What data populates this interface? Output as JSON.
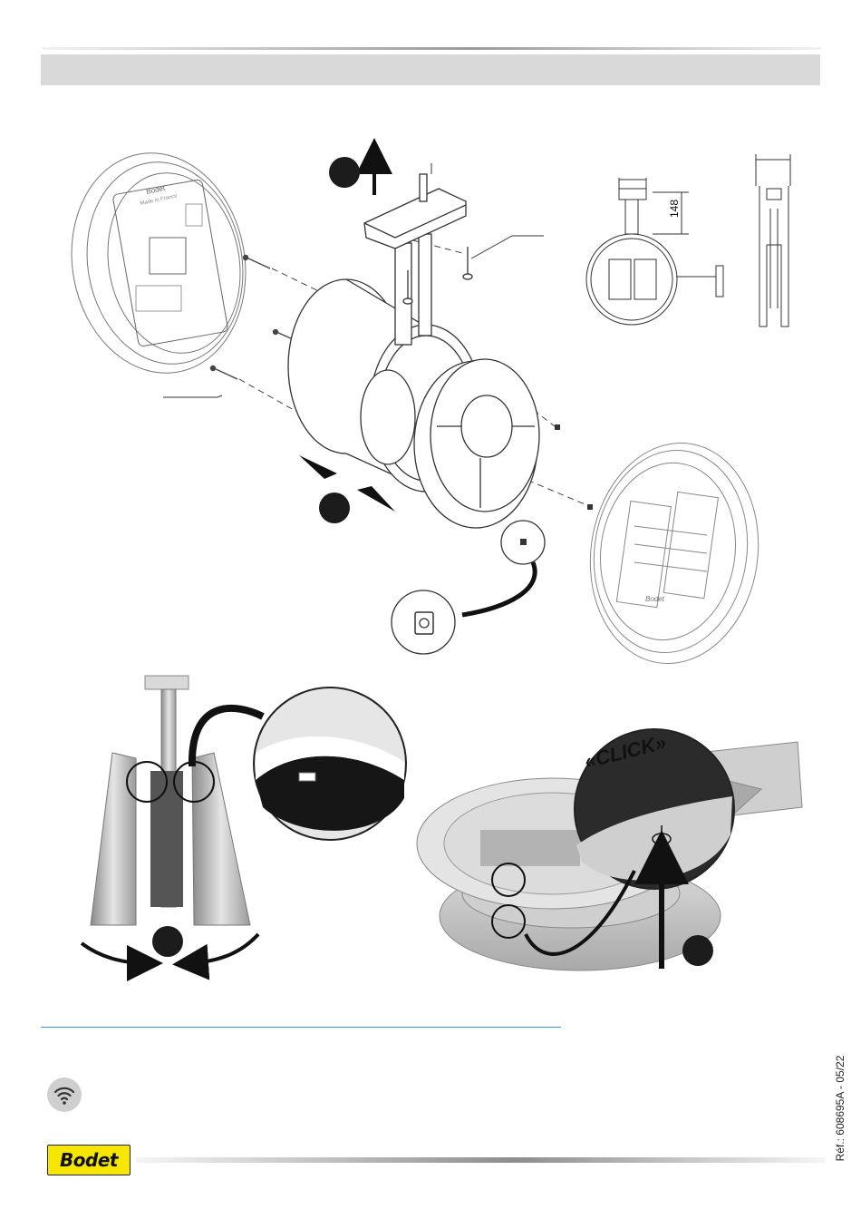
{
  "header": {
    "section_title": ""
  },
  "figure": {
    "dimension_label": "148",
    "click_label": "«CLICK»",
    "brand_mark": "Bodet",
    "back_inscription": "Made in France"
  },
  "footer": {
    "wifi_icon": "wifi-icon",
    "reference": "Réf.: 608695A - 05/22",
    "logo_text": "Bodet",
    "logo_color": "#f6e600"
  }
}
